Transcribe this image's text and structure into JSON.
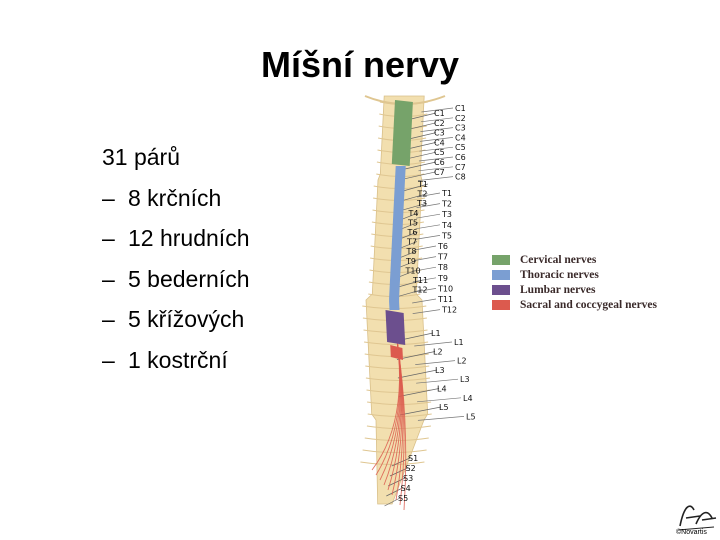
{
  "slide": {
    "title": "Míšní nervy",
    "bullets": {
      "main": "31 párů",
      "items": [
        {
          "dash": "–",
          "text": "8 krčních"
        },
        {
          "dash": "–",
          "text": "12 hrudních"
        },
        {
          "dash": "–",
          "text": "5 bederních"
        },
        {
          "dash": "–",
          "text": "5 křížových"
        },
        {
          "dash": "–",
          "text": "1 kostrční"
        }
      ]
    }
  },
  "figure": {
    "left_labels": [
      "C1",
      "C2",
      "C3",
      "C4",
      "C5",
      "C6",
      "C7",
      "T1",
      "T2",
      "T3",
      "T4",
      "T5",
      "T6",
      "T7",
      "T8",
      "T9",
      "T10",
      "T11",
      "T12",
      "L1",
      "L2",
      "L3",
      "L4",
      "L5",
      "S1",
      "S2",
      "S3",
      "S4",
      "S5"
    ],
    "right_labels": [
      "C1",
      "C2",
      "C3",
      "C4",
      "C5",
      "C6",
      "C7",
      "C8",
      "T1",
      "T2",
      "T3",
      "T4",
      "T5",
      "T6",
      "T7",
      "T8",
      "T9",
      "T10",
      "T11",
      "T12",
      "L1",
      "L2",
      "L3",
      "L4",
      "L5"
    ],
    "colors": {
      "cervical": "#76a36a",
      "thoracic": "#7b9ed2",
      "lumbar": "#6c4f8e",
      "sacral": "#dc5a4e",
      "bone": "#f2dfaf"
    }
  },
  "legend": [
    {
      "label": "Cervical nerves",
      "color": "#76a36a"
    },
    {
      "label": "Thoracic nerves",
      "color": "#7b9ed2"
    },
    {
      "label": "Lumbar nerves",
      "color": "#6c4f8e"
    },
    {
      "label": "Sacral and coccygeal nerves",
      "color": "#dc5a4e"
    }
  ],
  "logo": {
    "signature": "F. Netter",
    "brand": "©Novartis"
  }
}
